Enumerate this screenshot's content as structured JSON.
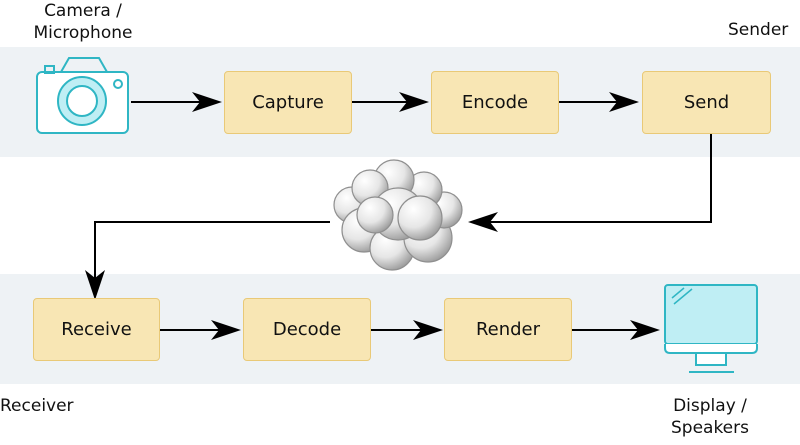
{
  "sender": {
    "band_label": "Sender",
    "source_label_line1": "Camera /",
    "source_label_line2": "Microphone",
    "steps": [
      "Capture",
      "Encode",
      "Send"
    ]
  },
  "receiver": {
    "band_label": "Receiver",
    "sink_label_line1": "Display /",
    "sink_label_line2": "Speakers",
    "steps": [
      "Receive",
      "Decode",
      "Render"
    ]
  },
  "colors": {
    "band": "#eef2f5",
    "box_fill": "#f8e6b4",
    "box_border": "#e9c977",
    "icon": "#2fb6c4",
    "icon_fill": "#bfeef4"
  },
  "icons": {
    "source": "camera-icon",
    "network": "cloud-icon",
    "sink": "monitor-icon"
  }
}
